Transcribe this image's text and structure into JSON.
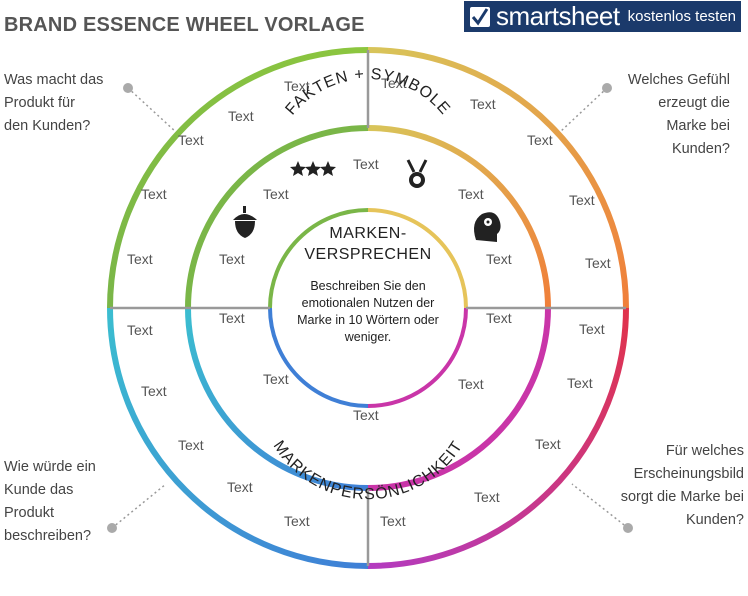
{
  "header": {
    "title": "BRAND ESSENCE WHEEL VORLAGE"
  },
  "logo": {
    "brand": "smartsheet",
    "tagline": "kostenlos testen"
  },
  "questions": {
    "top_left": "Was macht das\nProdukt für\nden Kunden?",
    "top_right": "Welches Gefühl\nerzeugt die\nMarke bei\nKunden?",
    "bottom_left": "Wie würde ein\nKunde das\nProdukt\nbeschreiben?",
    "bottom_right": "Für welches\nErscheinungsbild\nsorgt die Marke bei\nKunden?"
  },
  "wheel": {
    "placeholder": "Text",
    "middle_top_label": "FAKTEN + SYMBOLE",
    "middle_bottom_label": "MARKENPERSÖNLICHKEIT",
    "center_title_line1": "MARKEN-",
    "center_title_line2": "VERSPRECHEN",
    "center_body": "Beschreiben Sie den\nemotionalen Nutzen der\nMarke in 10 Wörtern oder\nweniger.",
    "icons": [
      "stars-icon",
      "medal-icon",
      "acorn-icon",
      "head-gears-icon"
    ],
    "colors": {
      "green": "#7ab648",
      "yellow": "#e6c45a",
      "orange": "#f08a3c",
      "cyan": "#3bbdd0",
      "blue": "#3f7fd6",
      "magenta": "#c935a8",
      "red": "#e0334c",
      "divider": "#999999"
    }
  }
}
